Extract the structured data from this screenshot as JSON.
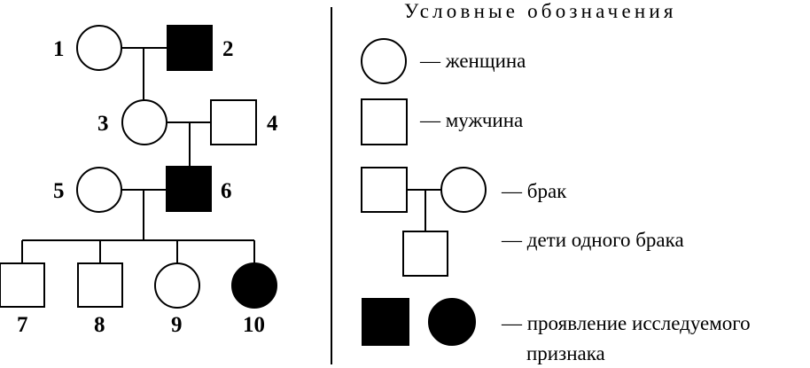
{
  "pedigree": {
    "individuals": [
      {
        "id": "1",
        "sex": "female",
        "affected": false
      },
      {
        "id": "2",
        "sex": "male",
        "affected": true
      },
      {
        "id": "3",
        "sex": "female",
        "affected": false
      },
      {
        "id": "4",
        "sex": "male",
        "affected": false
      },
      {
        "id": "5",
        "sex": "female",
        "affected": false
      },
      {
        "id": "6",
        "sex": "male",
        "affected": true
      },
      {
        "id": "7",
        "sex": "male",
        "affected": false
      },
      {
        "id": "8",
        "sex": "male",
        "affected": false
      },
      {
        "id": "9",
        "sex": "female",
        "affected": false
      },
      {
        "id": "10",
        "sex": "female",
        "affected": true
      }
    ]
  },
  "legend": {
    "title": "Условные обозначения",
    "woman": "— женщина",
    "man": "— мужчина",
    "marriage": "— брак",
    "children": "— дети одного брака",
    "trait_line1": "— проявление исследуемого",
    "trait_line2": "признака"
  },
  "colors": {
    "stroke": "#000000",
    "affected_fill": "#000000",
    "unaffected_fill": "#ffffff"
  }
}
